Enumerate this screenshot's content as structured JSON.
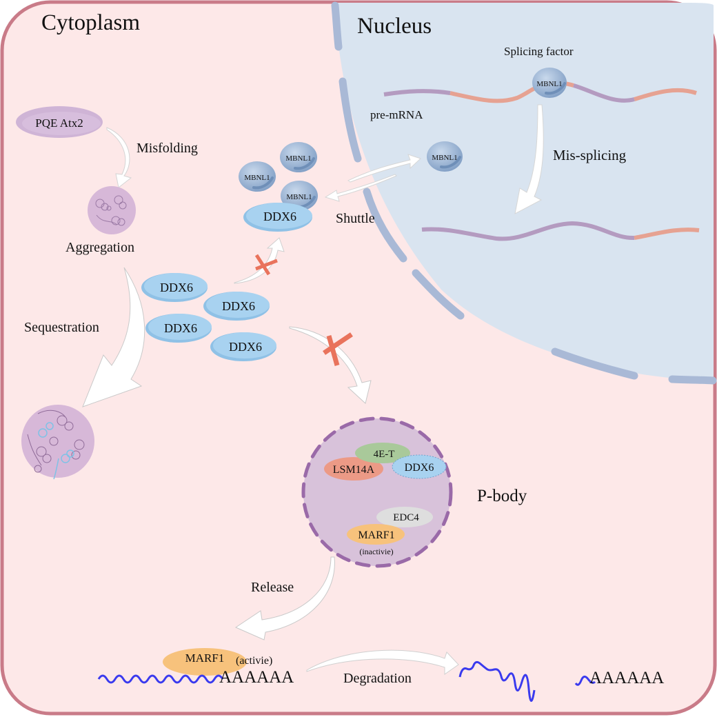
{
  "compartments": {
    "cytoplasm": "Cytoplasm",
    "nucleus": "Nucleus",
    "p_body": "P-body"
  },
  "colors": {
    "cell_border": "#c97b88",
    "cytoplasm_fill": "#fde8e8",
    "nucleus_fill": "#d9e4f0",
    "nuclear_envelope": "#a9b9d6",
    "ddx6": "#a8d2f0",
    "mbnl1": "#8eaccf",
    "pqe_atx2": "#cfb4d6",
    "aggregate": "#d7b8d8",
    "p_body_fill": "#d8c2da",
    "p_body_border": "#9a6aa8",
    "lsm14a": "#ec9a86",
    "four_e_t": "#a9c99a",
    "edc4": "#dedede",
    "marf1": "#f7c27c",
    "inhibition_cross": "#e9735c",
    "mrna_wave": "#3a3aee",
    "exon": "#e6a292",
    "intron": "#b49bc0"
  },
  "molecules": {
    "pqe_atx2": "PQE Atx2",
    "mbnl1": "MBNL1",
    "ddx6": "DDX6",
    "lsm14a": "LSM14A",
    "four_e_t": "4E-T",
    "edc4": "EDC4",
    "marf1": "MARF1"
  },
  "labels": {
    "misfolding": "Misfolding",
    "aggregation": "Aggregation",
    "sequestration": "Sequestration",
    "shuttle": "Shuttle",
    "splicing_factor": "Splicing factor",
    "pre_mrna": "pre-mRNA",
    "mis_splicing": "Mis-splicing",
    "release": "Release",
    "degradation": "Degradation",
    "inactive": "(inactivie)",
    "active": "(activie)",
    "poly_a": "AAAAAA",
    "poly_a_2": "AAAAAA"
  }
}
